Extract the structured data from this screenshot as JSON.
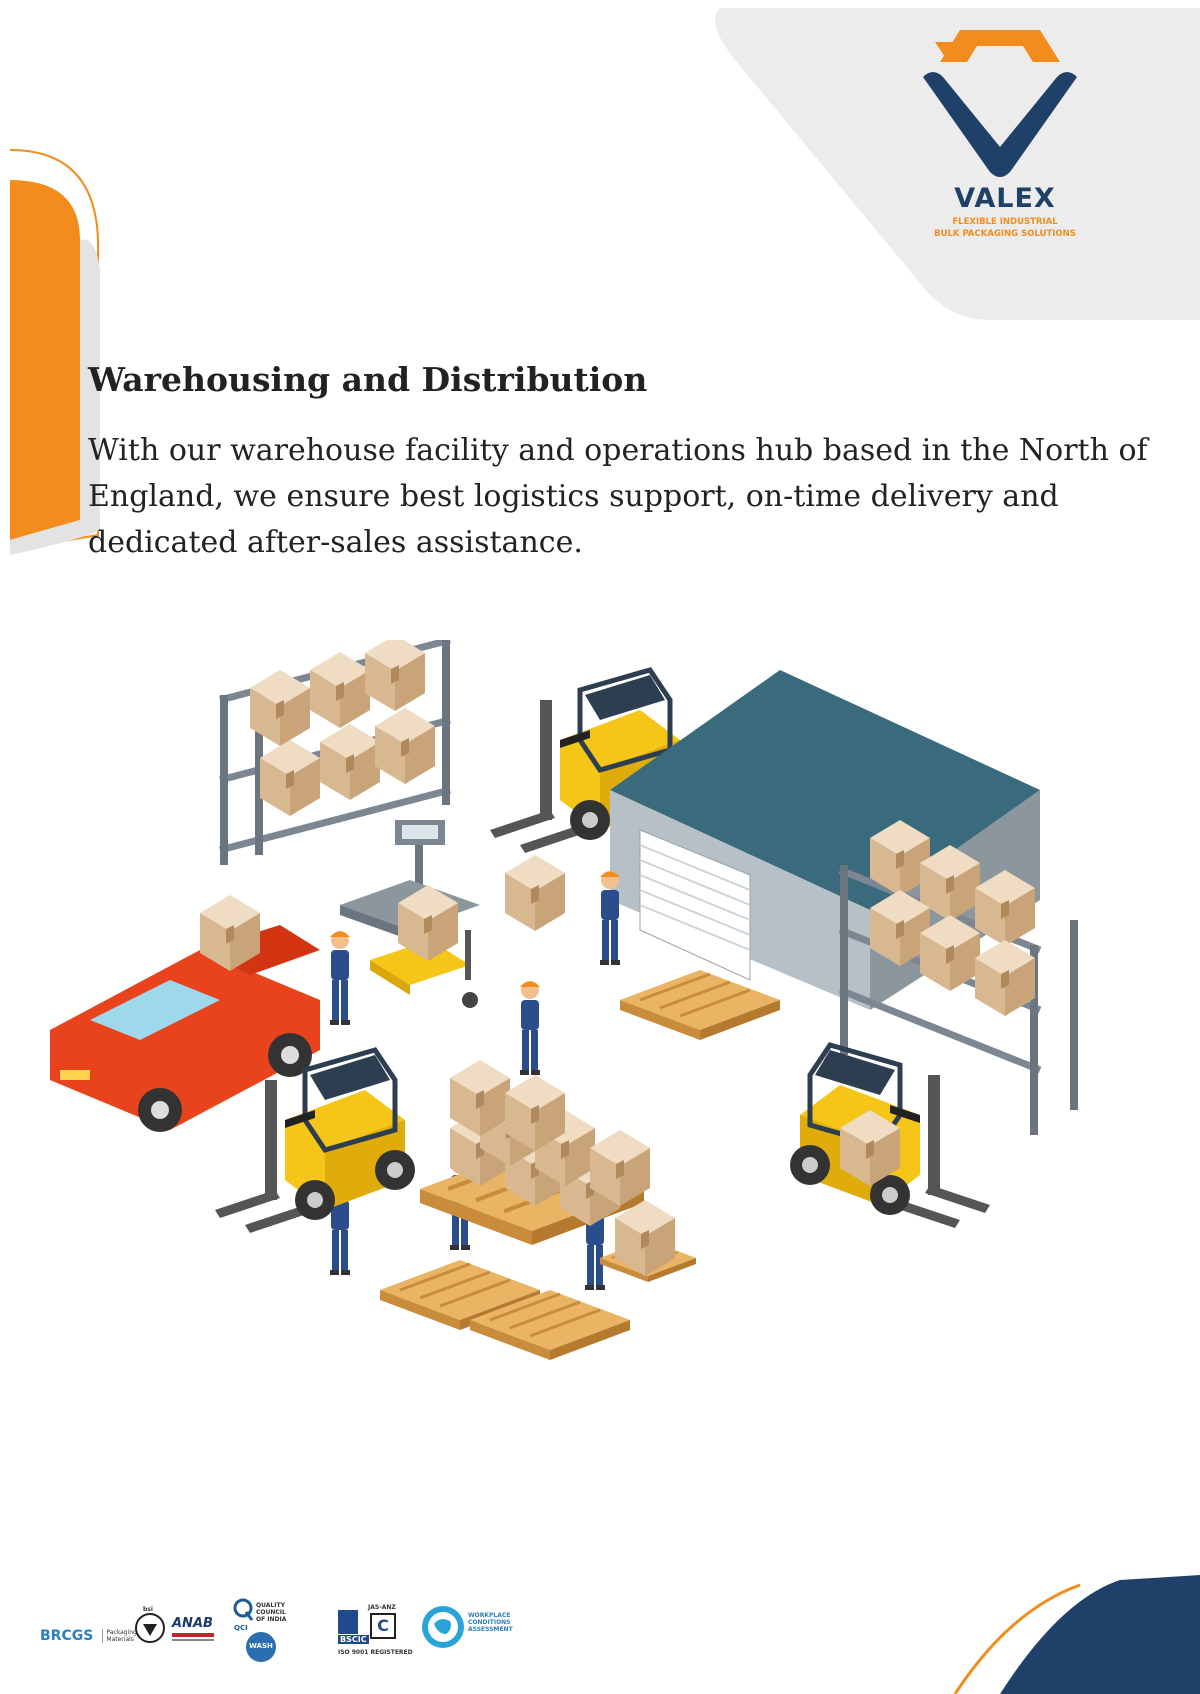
{
  "brand": {
    "name": "VALEX",
    "tagline_line1": "FLEXIBLE INDUSTRIAL",
    "tagline_line2": "BULK PACKAGING SOLUTIONS",
    "colors": {
      "navy": "#1f4068",
      "orange": "#f28c1c",
      "grey": "#ececec"
    }
  },
  "section": {
    "heading": "Warehousing and Distribution",
    "paragraph": "With our warehouse facility and operations hub  based in the North of England, we ensure best logistics support, on-time delivery and dedicated after-sales assistance."
  },
  "illustration": {
    "icon": "warehouse-illustration"
  },
  "certifications": {
    "brcgs": {
      "name": "BRCGS",
      "label_line1": "Packaging",
      "label_line2": "Materials"
    },
    "bsi": {
      "name": "bsi"
    },
    "anab": {
      "name": "ANAB"
    },
    "qci": {
      "name": "QCI",
      "label_line1": "QUALITY COUNCIL",
      "label_line2": "OF INDIA",
      "badge": "WASH"
    },
    "bscic": {
      "name": "BSCIC",
      "label_top": "JAS-ANZ",
      "label_bottom": "ISO 9001 REGISTERED"
    },
    "wca": {
      "label_line1": "WORKPLACE",
      "label_line2": "CONDITIONS",
      "label_line3": "ASSESSMENT"
    }
  }
}
